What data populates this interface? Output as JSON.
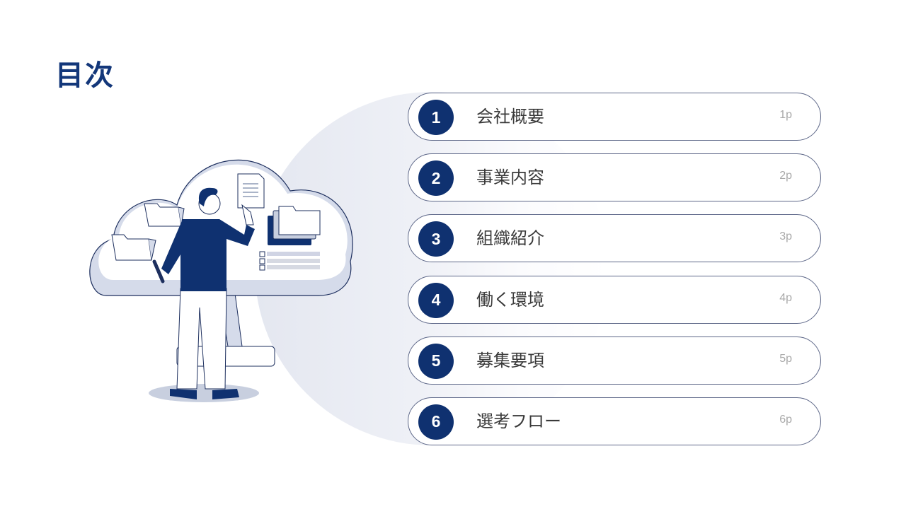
{
  "page": {
    "title": "目次"
  },
  "colors": {
    "accent": "#0f3170",
    "border": "#5d6788",
    "label_text": "#3a3a3a",
    "page_text": "#a9a9a9"
  },
  "toc": {
    "items": [
      {
        "number": "1",
        "label": "会社概要",
        "page": "1p"
      },
      {
        "number": "2",
        "label": "事業内容",
        "page": "2p"
      },
      {
        "number": "3",
        "label": "組織紹介",
        "page": "3p"
      },
      {
        "number": "4",
        "label": "働く環境",
        "page": "4p"
      },
      {
        "number": "5",
        "label": "募集要項",
        "page": "5p"
      },
      {
        "number": "6",
        "label": "選考フロー",
        "page": "6p"
      }
    ]
  },
  "illustration": {
    "description": "person-pointing-at-cloud-documents"
  }
}
